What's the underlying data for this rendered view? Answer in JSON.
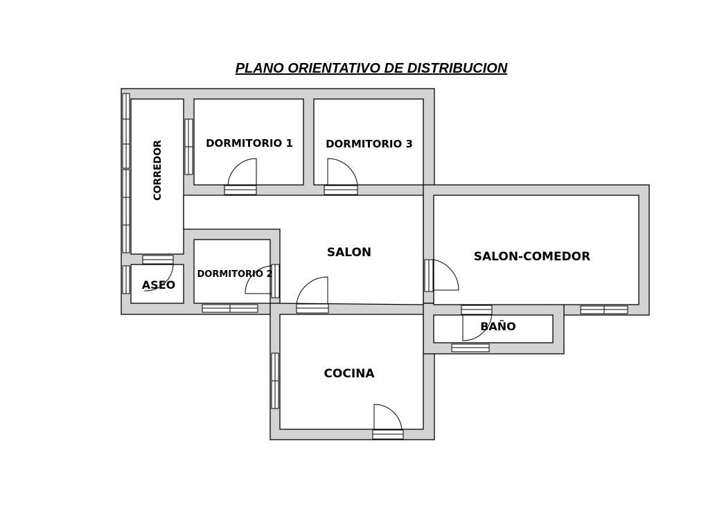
{
  "title": "PLANO ORIENTATIVO DE DISTRIBUCION",
  "rooms": {
    "corredor": "CORREDOR",
    "dormitorio_1": "DORMITORIO 1",
    "dormitorio_3": "DORMITORIO 3",
    "salon": "SALON",
    "salon_comedor": "SALON-COMEDOR",
    "dormitorio_2": "DORMITORIO 2",
    "aseo": "ASEO",
    "bano": "BAÑO",
    "cocina": "COCINA"
  },
  "colors": {
    "wall_fill": "#d3d3d3",
    "room_fill": "#ffffff",
    "line": "#000000"
  }
}
